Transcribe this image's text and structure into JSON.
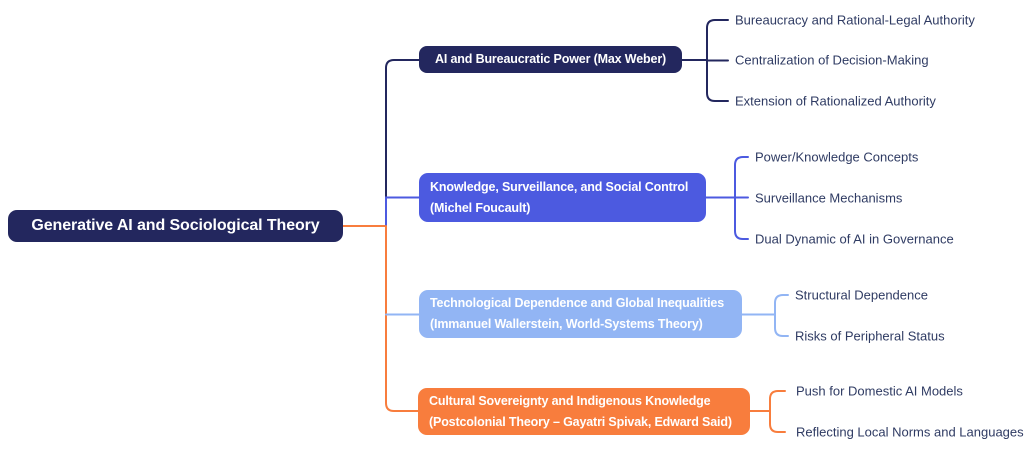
{
  "colors": {
    "navy": "#23275e",
    "indigo": "#4c5ae0",
    "lightblue": "#92b5f4",
    "orange": "#f87d3d",
    "leaftext": "#2f3b63",
    "bg": "#ffffff"
  },
  "root": {
    "label": "Generative AI and Sociological Theory"
  },
  "branches": [
    {
      "id": "weber",
      "label": "AI and Bureaucratic Power (Max Weber)",
      "color": "#23275e",
      "children": [
        "Bureaucracy and Rational-Legal Authority",
        "Centralization of Decision-Making",
        "Extension of Rationalized Authority"
      ]
    },
    {
      "id": "foucault",
      "label": "Knowledge, Surveillance, and Social Control",
      "sublabel": "(Michel Foucault)",
      "color": "#4c5ae0",
      "children": [
        "Power/Knowledge Concepts",
        "Surveillance Mechanisms",
        "Dual Dynamic of AI in Governance"
      ]
    },
    {
      "id": "wallerstein",
      "label": "Technological Dependence and Global Inequalities",
      "sublabel": "(Immanuel Wallerstein, World-Systems Theory)",
      "color": "#92b5f4",
      "children": [
        "Structural Dependence",
        "Risks of Peripheral Status"
      ]
    },
    {
      "id": "postcolonial",
      "label": "Cultural Sovereignty and Indigenous Knowledge",
      "sublabel": "(Postcolonial Theory – Gayatri Spivak, Edward Said)",
      "color": "#f87d3d",
      "children": [
        "Push for Domestic AI Models",
        "Reflecting Local Norms and Languages"
      ]
    }
  ]
}
